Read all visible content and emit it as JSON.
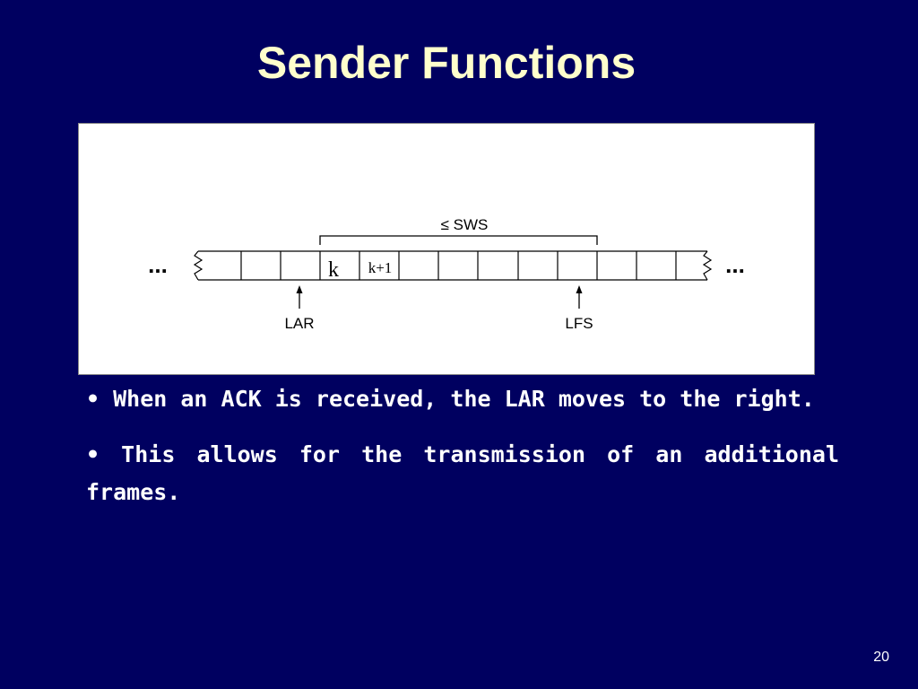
{
  "slide": {
    "title": "Sender Functions",
    "page_number": "20"
  },
  "diagram": {
    "window_label": "≤ SWS",
    "cell_k": "k",
    "cell_k1": "k+1",
    "ellipsis_left": "...",
    "ellipsis_right": "...",
    "pointer_left": "LAR",
    "pointer_right": "LFS"
  },
  "bullets": [
    {
      "marker": "•",
      "text": "When an ACK is received, the LAR moves to the right."
    },
    {
      "marker": "•",
      "text": "This allows for the transmission of an additional frames."
    }
  ],
  "colors": {
    "background": "#000060",
    "title": "#ffffcc",
    "text": "#ffffff"
  }
}
